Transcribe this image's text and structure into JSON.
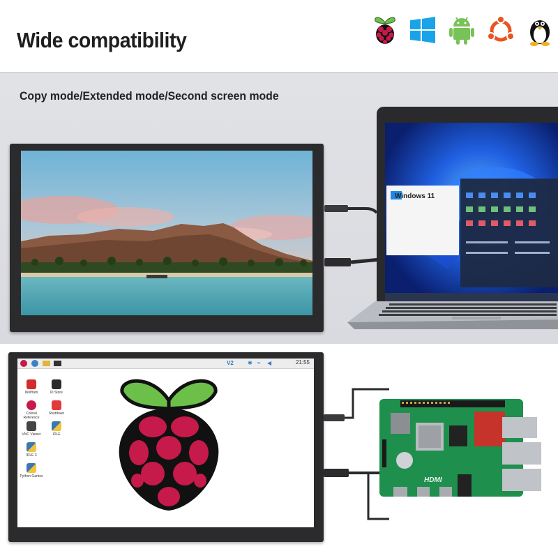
{
  "header": {
    "title": "Wide compatibility",
    "os_icons": [
      "raspberry-pi-icon",
      "windows-icon",
      "android-icon",
      "ubuntu-icon",
      "linux-tux-icon"
    ]
  },
  "panel1": {
    "subtitle": "Copy mode/Extended mode/Second screen mode",
    "laptop": {
      "dialog_title": "Windows 11"
    }
  },
  "panel2": {
    "taskbar_time": "21:55",
    "desktop_icons": [
      "Wolfram",
      "Pi Store",
      "Coloral Reference",
      "Shutdown",
      "VNC Viewer",
      "IDLE",
      "IDLE 3",
      "Python Games"
    ],
    "board_labels": {
      "hdmi": "HDMI"
    }
  },
  "colors": {
    "raspberry_red": "#c51a4a",
    "leaf_green": "#6cc04a",
    "windows_blue": "#1aa3e8",
    "android_green": "#78c257",
    "ubuntu_orange": "#e95420",
    "board_green": "#1f8f4e"
  }
}
